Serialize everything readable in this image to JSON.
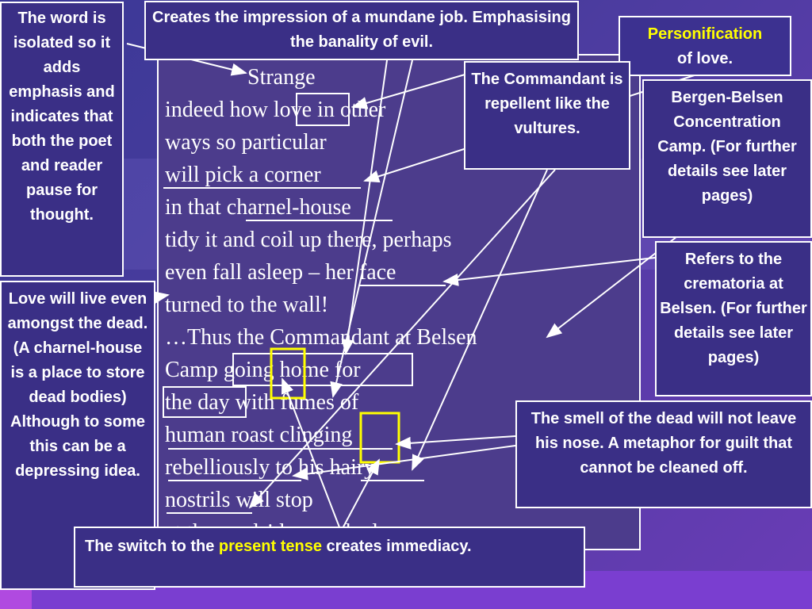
{
  "poem": {
    "lines": [
      "Strange",
      "indeed how love in other",
      "ways so particular",
      "will pick a corner",
      "in that charnel-house",
      "tidy it and coil up there, perhaps",
      "even fall asleep – her face",
      "turned to the wall!",
      "…Thus the Commandant at Belsen",
      "Camp going home for",
      "the day with fumes of",
      "human roast clinging",
      "rebelliously to his hairy",
      "nostrils will stop",
      "at the roadside cowshed"
    ]
  },
  "annotations": {
    "isolated_word": "The word is isolated so it adds emphasis and indicates that both the poet and reader pause for thought.",
    "mundane_job": "Creates the impression of a mundane job. Emphasising the banality of evil.",
    "personification_hl": "Personification",
    "personification_rest": "of love.",
    "commandant": "The Commandant is repellent like the vultures.",
    "bergen_belsen": "Bergen-Belsen Concentration Camp. (For further details see later pages)",
    "crematoria": "Refers to the crematoria at Belsen. (For further details see later pages)",
    "love_dead": "Love will live even amongst the dead.  (A charnel-house is a place to store dead bodies) Although to some this can be a depressing idea.",
    "smell": "The smell of the dead will not leave his nose.  A metaphor for guilt that cannot be cleaned off.",
    "tense_pre": "The switch to the ",
    "tense_hl": "present tense",
    "tense_post": " creates immediacy."
  },
  "colors": {
    "highlight": "#ffff00",
    "box_bg": "#3a2f86",
    "text": "#ffffff"
  }
}
